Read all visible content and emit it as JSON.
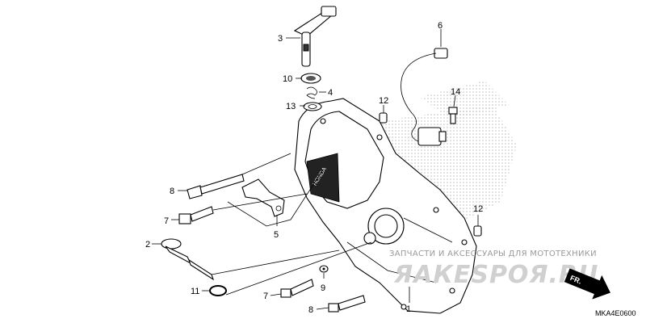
{
  "diagram": {
    "code": "MKA4E0600",
    "direction_label": "FR.",
    "watermark": {
      "caption": "ЗАПЧАСТИ И АКСЕССУАРЫ ДЛЯ МОТОТЕХНИКИ",
      "logo": "ЯАКЕSPОЯ.RU"
    },
    "callouts": [
      {
        "id": "c1",
        "label": "1",
        "part": "right-crankcase-cover"
      },
      {
        "id": "c2",
        "label": "2",
        "part": "oil-filler-cap"
      },
      {
        "id": "c3",
        "label": "3",
        "part": "clutch-lifter-arm"
      },
      {
        "id": "c4",
        "label": "4",
        "part": "spring"
      },
      {
        "id": "c5",
        "label": "5",
        "part": "cable-clamp-stay"
      },
      {
        "id": "c6",
        "label": "6",
        "part": "sensor-wire"
      },
      {
        "id": "c7a",
        "label": "7",
        "part": "bolt"
      },
      {
        "id": "c7b",
        "label": "7",
        "part": "bolt"
      },
      {
        "id": "c8a",
        "label": "8",
        "part": "bolt"
      },
      {
        "id": "c8b",
        "label": "8",
        "part": "bolt"
      },
      {
        "id": "c9",
        "label": "9",
        "part": "washer"
      },
      {
        "id": "c10",
        "label": "10",
        "part": "oil-seal"
      },
      {
        "id": "c11",
        "label": "11",
        "part": "o-ring"
      },
      {
        "id": "c12a",
        "label": "12",
        "part": "dowel-pin"
      },
      {
        "id": "c12b",
        "label": "12",
        "part": "dowel-pin"
      },
      {
        "id": "c13",
        "label": "13",
        "part": "washer"
      },
      {
        "id": "c14",
        "label": "14",
        "part": "bolt"
      }
    ]
  }
}
